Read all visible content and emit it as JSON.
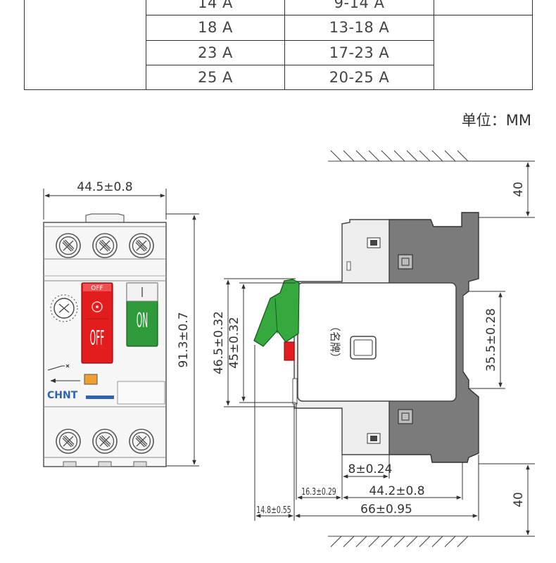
{
  "table": {
    "rows": [
      [
        "14 A",
        "9-14 A"
      ],
      [
        "18 A",
        "13-18 A"
      ],
      [
        "23 A",
        "17-23 A"
      ],
      [
        "25 A",
        "20-25 A"
      ]
    ]
  },
  "unit_label": "单位：MM",
  "front_view": {
    "brand_logo": "CHNT",
    "off_top_label": "OFF",
    "off_button_label": "OFF",
    "on_button_label": "ON",
    "width_dim": "44.5±0.8",
    "height_dim": "91.3±0.7"
  },
  "side_view": {
    "nameplate_label": "（名牌）",
    "dim_top_clearance": "40",
    "dim_bottom_clearance": "40",
    "dim_rail_height": "35.5±0.28",
    "dim_46_5": "46.5±0.32",
    "dim_45": "45±0.32",
    "dim_8": "8±0.24",
    "dim_16_3": "16.3±0.29",
    "dim_44_2": "44.2±0.8",
    "dim_14_8": "14.8±0.55",
    "dim_66": "66±0.95"
  },
  "colors": {
    "off_button": "#e31d1d",
    "on_button": "#2e9b3a",
    "handle_green": "#35a83e",
    "body_grey": "#7b7b7b",
    "brand_blue": "#2f63b0",
    "indicator_orange": "#f0a030"
  }
}
